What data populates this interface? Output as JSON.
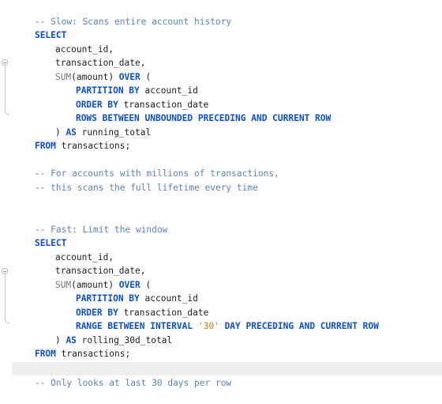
{
  "code": {
    "block1": {
      "comment": "-- Slow: Scans entire account history",
      "select_kw": "SELECT",
      "col1": "account_id,",
      "col2": "transaction_date,",
      "sum_fn": "SUM",
      "sum_arg": "(amount) ",
      "over_kw": "OVER",
      "over_paren": " (",
      "partition_kw": "PARTITION BY",
      "partition_col": " account_id",
      "order_kw": "ORDER BY",
      "order_col": " transaction_date",
      "rows_clause": "ROWS BETWEEN UNBOUNDED PRECEDING AND CURRENT ROW",
      "close_paren": ") ",
      "as_kw": "AS",
      "alias": " running_total",
      "from_kw": "FROM",
      "from_table": " transactions;"
    },
    "note": {
      "line1": "-- For accounts with millions of transactions,",
      "line2": "-- this scans the full lifetime every time"
    },
    "block2": {
      "comment": "-- Fast: Limit the window",
      "select_kw": "SELECT",
      "col1": "account_id,",
      "col2": "transaction_date,",
      "sum_fn": "SUM",
      "sum_arg": "(amount) ",
      "over_kw": "OVER",
      "over_paren": " (",
      "partition_kw": "PARTITION BY",
      "partition_col": " account_id",
      "order_kw": "ORDER BY",
      "order_col": " transaction_date",
      "range_kw1": "RANGE BETWEEN INTERVAL ",
      "interval_value": "'30'",
      "range_kw2": " DAY PRECEDING AND CURRENT ROW",
      "close_paren": ") ",
      "as_kw": "AS",
      "alias": " rolling_30d_total",
      "from_kw": "FROM",
      "from_table": " transactions;"
    },
    "final_comment": "-- Only looks at last 30 days per row"
  },
  "colors": {
    "keyword": "#0b4fd1",
    "comment": "#5b83c4",
    "string": "#d77a1c",
    "current_line": "#efefef"
  }
}
